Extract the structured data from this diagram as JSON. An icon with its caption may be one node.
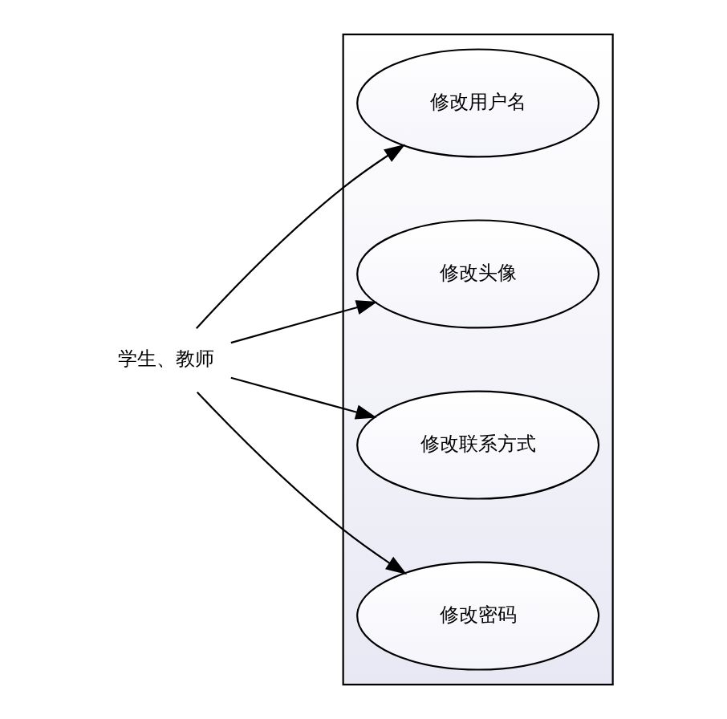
{
  "diagram": {
    "nodes": [
      {
        "text": [
          "学生、教师"
        ]
      },
      {
        "text": [],
        "shape": "box"
      },
      {
        "text": [
          "修改用户名"
        ],
        "in": 1
      },
      {
        "text": [
          "修改头像"
        ],
        "in": 1
      },
      {
        "text": [
          "修改联系方式"
        ],
        "in": 1
      },
      {
        "text": [
          "修改密码"
        ],
        "in": 1
      }
    ],
    "edges": [
      {
        "from": 0,
        "to": 2,
        "arrow": "to"
      },
      {
        "from": 0,
        "to": 3,
        "arrow": "to"
      },
      {
        "from": 0,
        "to": 4,
        "arrow": "to"
      },
      {
        "from": 0,
        "to": 5,
        "arrow": "to"
      }
    ]
  }
}
